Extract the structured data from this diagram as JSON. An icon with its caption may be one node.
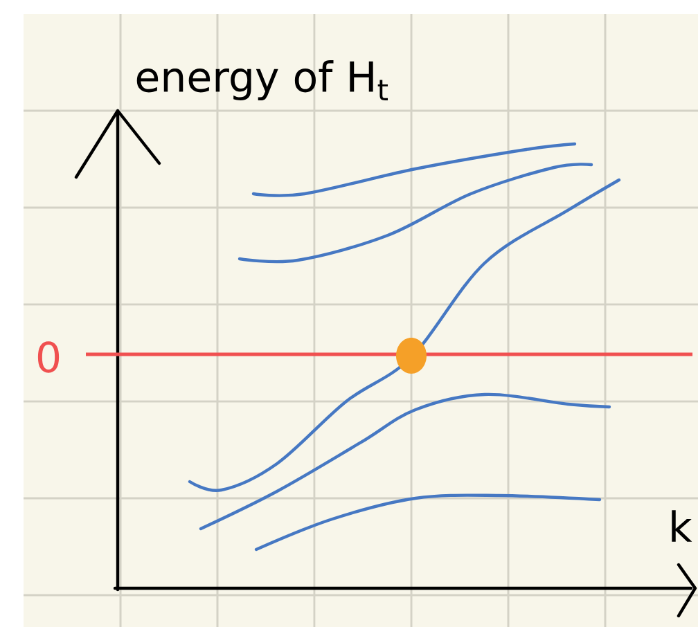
{
  "diagram": {
    "labels": [
      "energy of H$_{t}$",
      "0",
      "k"
    ]
  }
}
